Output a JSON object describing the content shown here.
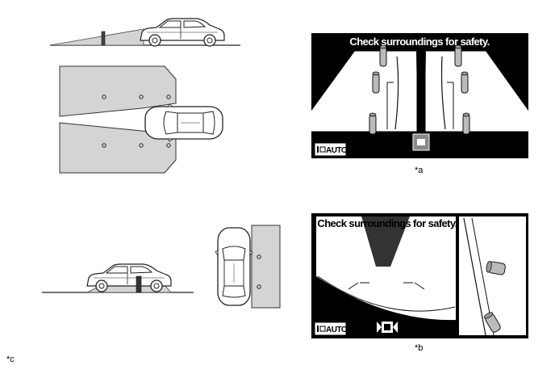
{
  "labels": {
    "a": "*a",
    "b": "*b",
    "c": "*c"
  },
  "screen_a": {
    "message": "Check surroundings for safety.",
    "auto_label": "AUTO"
  },
  "screen_b": {
    "message": "Check surroundings for safety.",
    "auto_label": "AUTO"
  },
  "icons": [
    "car-side-view",
    "car-top-view",
    "parking-pole",
    "camera-icon"
  ],
  "colors": {
    "monitor": "#000000",
    "gray_area": "#d4d4d4",
    "car_outline": "#2a2a2a"
  }
}
